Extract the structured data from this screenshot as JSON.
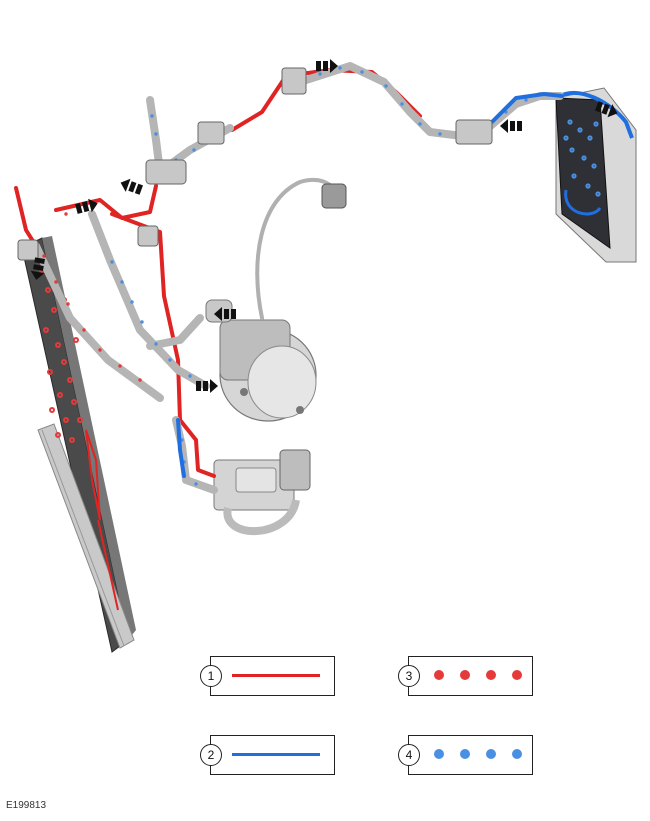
{
  "colors": {
    "red": "#e02424",
    "blue": "#1f6fe0",
    "dot_red": "#e53a3a",
    "dot_blue": "#4a90e2",
    "component_gray": "#9a9a9a",
    "hose_gray": "#b5b5b5",
    "condenser_dark": "#4a4a4a",
    "evaporator_dark": "#2f3035"
  },
  "legend": {
    "items": [
      {
        "number": "1",
        "style": "solid-line",
        "color": "#e02424"
      },
      {
        "number": "2",
        "style": "solid-line",
        "color": "#1f6fe0"
      },
      {
        "number": "3",
        "style": "dotted",
        "color": "#e53a3a"
      },
      {
        "number": "4",
        "style": "dotted",
        "color": "#4a90e2"
      }
    ]
  },
  "reference_code": "E199813"
}
